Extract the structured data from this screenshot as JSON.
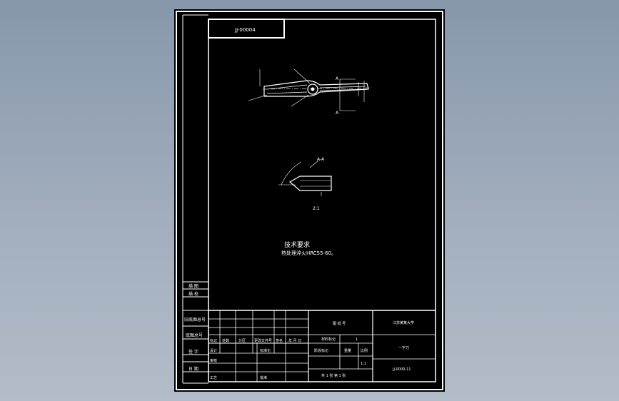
{
  "sheet": {
    "drawing_code": "JJ-00004",
    "section_label": "A-A",
    "section_cut_mark": "A",
    "view_scale": "2:1"
  },
  "notes": {
    "title": "技术要求",
    "line1": "热处理淬火HRC55-60。"
  },
  "left_strip": {
    "cells": [
      "描 图",
      "描 校",
      "旧底图总号",
      "底图总号",
      "签 字",
      "日 期"
    ]
  },
  "title_block": {
    "headers": [
      "标记",
      "处数",
      "分区",
      "更改文件号",
      "签名",
      "年 月 日"
    ],
    "row_labels": [
      "设计",
      "审核",
      "工艺"
    ],
    "col_mid": [
      "标准化",
      "批准"
    ],
    "material_mark": "材料标记",
    "stage_mark": "阶段标记",
    "weight": "重量",
    "scale": "比例",
    "scale_value": "1:1",
    "count": "1",
    "sheets": "共 1 张  第 1 张",
    "unit_name": "江苏某某大学",
    "part_name": "一字刀",
    "part_code": "JJ-0000-11",
    "proj": "图 纸 号"
  }
}
